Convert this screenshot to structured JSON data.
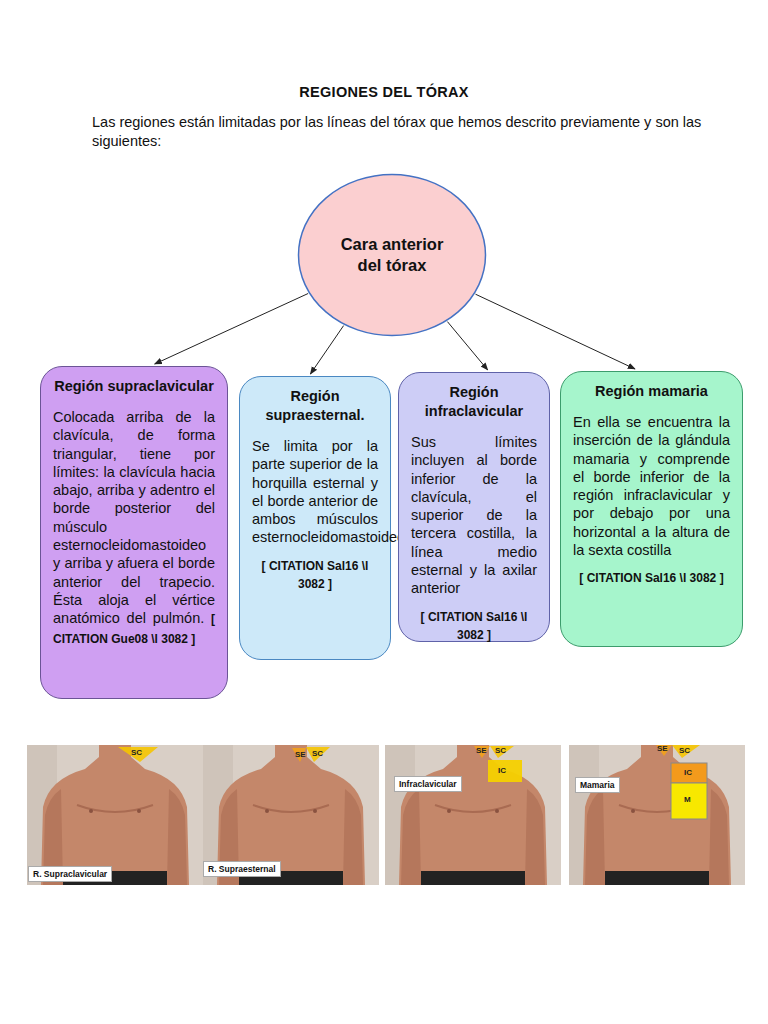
{
  "diagram": {
    "title": "REGIONES DEL TÓRAX",
    "nodes": [
      {
        "text": [
          "Cara anterior del tórax"
        ]
      },
      {
        "text": [
          "Región supraclavicular",
          "Colocada arriba de la clavícula, de forma triangular, tiene por límites: la clavícula hacia abajo, arriba y adentro el borde posterior del músculo esternocleidomastoideo y arriba y afuera el borde anterior del trapecio. Ésta aloja el vértice anatómico del pulmón.",
          "[ CITATION Gue08 \\l 3082 ]"
        ]
      },
      {
        "text": [
          "Región supraesternal.",
          "Se limita por la parte superior de la horquilla esternal y el borde anterior de ambos músculos esternocleidomastoideos",
          "[ CITATION Sal16 \\l 3082 ]"
        ]
      },
      {
        "text": [
          "Región infraclavicular",
          "Sus límites incluyen al borde inferior de la clavícula, el superior de la tercera costilla, la línea medio esternal y la axilar anterior",
          "[ CITATION Sal16 \\l 3082 ]"
        ]
      },
      {
        "text": [
          "Región mamaria",
          "En ella se encuentra la inserción de la glándula mamaria y comprende el borde inferior de la región infraclavicular y por debajo por una horizontal a la altura de la sexta costilla",
          "[ CITATION Sal16 \\l 3082 ]"
        ]
      }
    ],
    "edges": [
      {
        "from": 0,
        "to": 1,
        "arrow": "to"
      },
      {
        "from": 0,
        "to": 2,
        "arrow": "to"
      },
      {
        "from": 0,
        "to": 3,
        "arrow": "to"
      },
      {
        "from": 0,
        "to": 4,
        "arrow": "to"
      }
    ],
    "labels": [
      "Las regiones están limitadas por las líneas del tórax que hemos descrito previamente y son las siguientes:",
      "SC",
      "R. Supraclavicular",
      "SE",
      "SC",
      "R. Supraesternal",
      "SE",
      "SC",
      "IC",
      "Infraclavicular",
      "SE",
      "SC",
      "IC",
      "M",
      "Mamaria"
    ]
  }
}
